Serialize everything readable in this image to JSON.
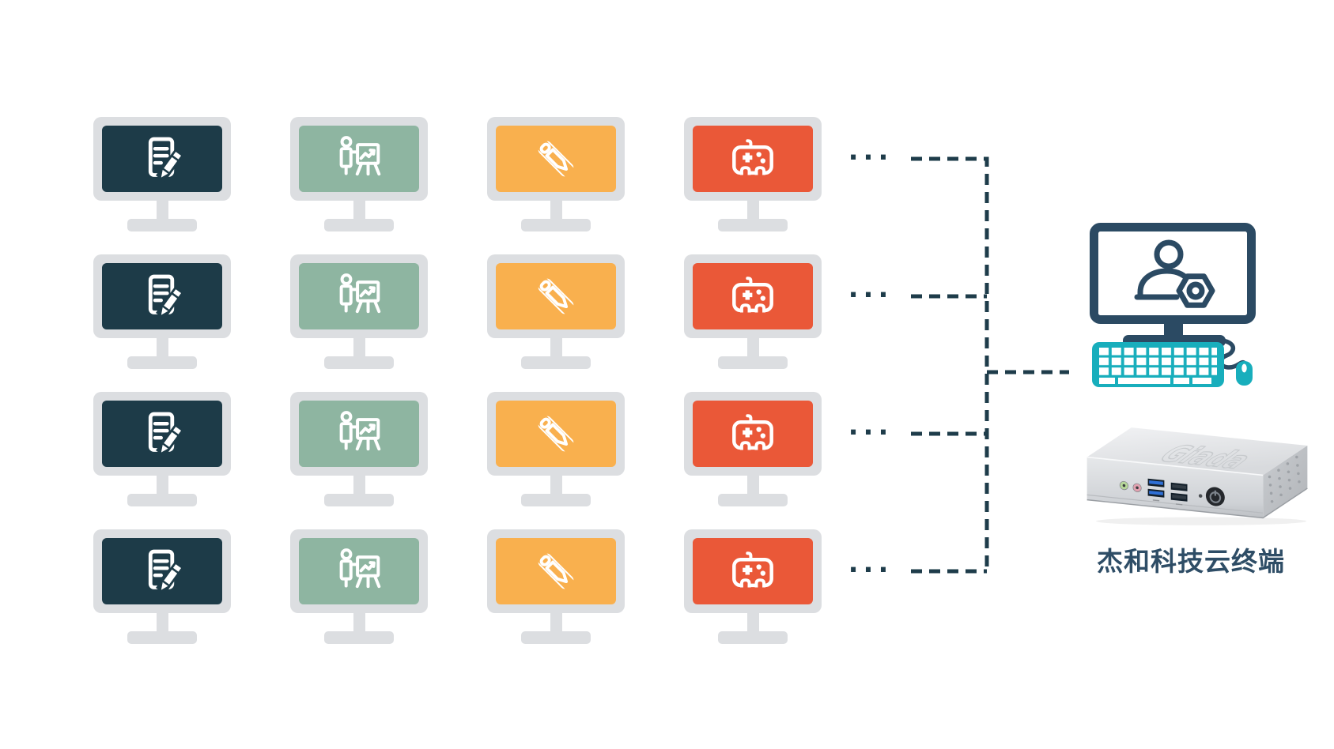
{
  "diagram": {
    "background_color": "#ffffff",
    "grid": {
      "rows": 4,
      "row_ellipsis": "...",
      "bezel_color": "#dcdee1",
      "columns": [
        {
          "id": "documents",
          "icon": "document-pencil-icon",
          "screen_color": "#1d3b48"
        },
        {
          "id": "presentation",
          "icon": "presenter-chart-icon",
          "screen_color": "#8eb5a1"
        },
        {
          "id": "design",
          "icon": "ruler-pencil-icon",
          "screen_color": "#f9b04e"
        },
        {
          "id": "gaming",
          "icon": "gamepad-icon",
          "screen_color": "#ea5838"
        }
      ]
    },
    "connectors": {
      "color": "#1e3c4a",
      "style": "dashed"
    },
    "workstation": {
      "icon": "admin-workstation-icon",
      "screen_icon": "user-gear-icon",
      "monitor_color": "#2b4a63",
      "peripheral_color": "#18aebc"
    },
    "terminal": {
      "label": "杰和科技云终端",
      "label_color": "#2e4d66",
      "device_logo": "Giada",
      "device_image": "mini-pc-photo"
    }
  }
}
